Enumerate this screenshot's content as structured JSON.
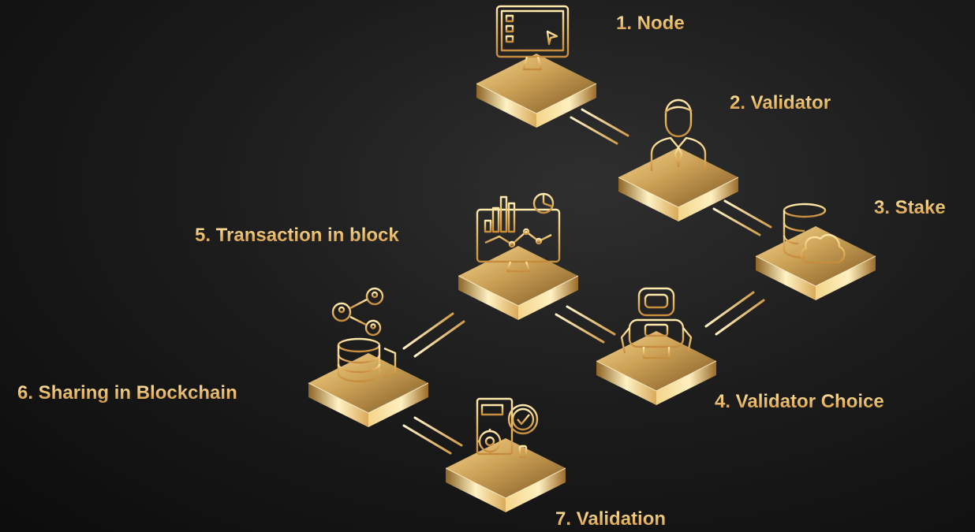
{
  "steps": [
    {
      "label": "1. Node",
      "icon": "monitor-dashboard-icon"
    },
    {
      "label": "2. Validator",
      "icon": "businessman-icon"
    },
    {
      "label": "3. Stake",
      "icon": "database-cloud-icon"
    },
    {
      "label": "4. Validator Choice",
      "icon": "robot-icon"
    },
    {
      "label": "5. Transaction in block",
      "icon": "analytics-monitor-icon"
    },
    {
      "label": "6. Sharing in Blockchain",
      "icon": "network-database-icon"
    },
    {
      "label": "7. Validation",
      "icon": "document-check-gear-icon"
    }
  ],
  "colors": {
    "background": "#1c1c1c",
    "gold_light": "#fbe3a0",
    "gold": "#d3a352",
    "gold_dark": "#8a5a1e",
    "text": "#f2d086"
  }
}
